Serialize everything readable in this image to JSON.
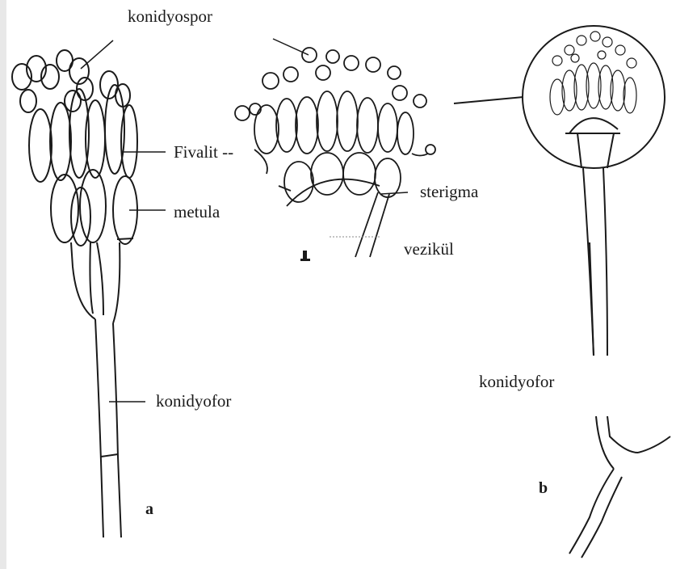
{
  "labels": {
    "konidyospor": "konidyospor",
    "fivalit": "Fivalit --",
    "metula": "metula",
    "sterigma": "sterigma",
    "vezikul": "vezikül",
    "konidyofor_a": "konidyofor",
    "konidyofor_b": "konidyofor"
  },
  "panels": {
    "a": "a",
    "b": "b"
  },
  "colors": {
    "ink": "#1a1a1a",
    "background": "#ffffff"
  }
}
